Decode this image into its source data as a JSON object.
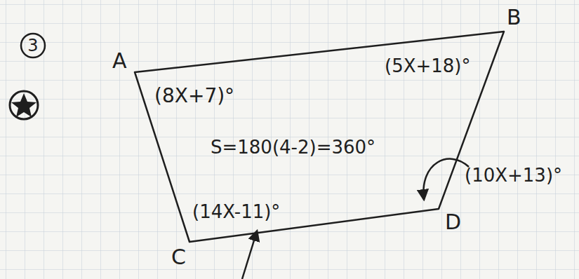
{
  "diagram": {
    "nodes": [
      {
        "text": [
          "3"
        ]
      }
    ],
    "labels": [
      "A",
      "B",
      "C",
      "D",
      "(8X+7)°",
      "(5X+18)°",
      "S=180(4-2)=360°",
      "(14X-11)°",
      "(10X+13)°"
    ]
  }
}
